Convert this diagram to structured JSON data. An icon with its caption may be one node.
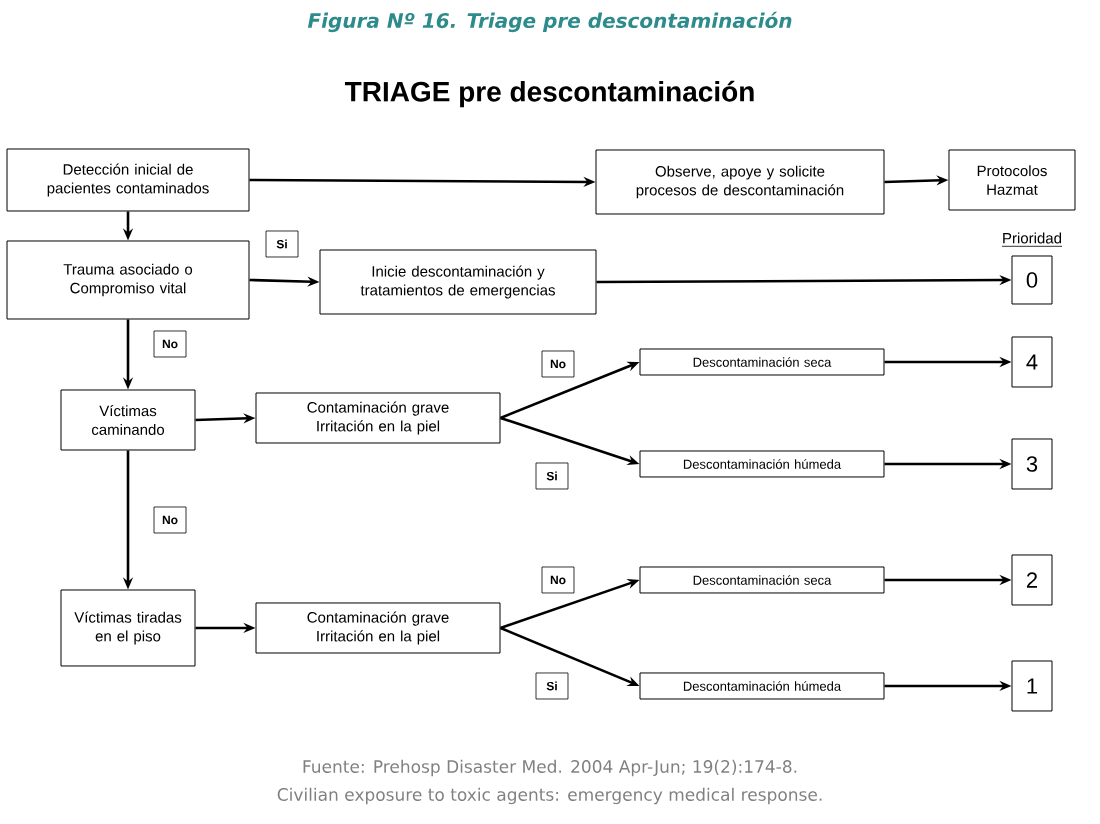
{
  "diagram": {
    "title": "TRIAGE pre descontaminación",
    "caption": "Figura Nº 16. Triage pre descontaminación",
    "nodes": [
      {
        "text": [
          "Detección inicial de pacientes contaminados"
        ]
      },
      {
        "text": [
          "Observe, apoye y solicite procesos de descontaminación"
        ]
      },
      {
        "text": [
          "Protocolos Hazmat"
        ]
      },
      {
        "text": [
          "Trauma asociado o Compromiso vital"
        ]
      },
      {
        "text": [
          "Inicie descontaminación y tratamientos de emergencias"
        ]
      },
      {
        "text": [
          "0"
        ]
      },
      {
        "text": [
          "Víctimas caminando"
        ]
      },
      {
        "text": [
          "Contaminación grave Irritación en la piel"
        ]
      },
      {
        "text": [
          "Descontaminación seca"
        ]
      },
      {
        "text": [
          "4"
        ]
      },
      {
        "text": [
          "Descontaminación húmeda"
        ]
      },
      {
        "text": [
          "3"
        ]
      },
      {
        "text": [
          "Víctimas tiradas en el piso"
        ]
      },
      {
        "text": [
          "Contaminación grave Irritación en la piel"
        ]
      },
      {
        "text": [
          "Descontaminación seca"
        ]
      },
      {
        "text": [
          "2"
        ]
      },
      {
        "text": [
          "Descontaminación húmeda"
        ]
      },
      {
        "text": [
          "1"
        ]
      }
    ],
    "edges": [
      {
        "from": 0,
        "to": 1,
        "arrow": "to"
      },
      {
        "from": 1,
        "to": 2,
        "arrow": "to"
      },
      {
        "from": 0,
        "to": 3,
        "arrow": "to"
      },
      {
        "from": 3,
        "to": 4,
        "arrow": "to",
        "label": "Si"
      },
      {
        "from": 4,
        "to": 5,
        "arrow": "to"
      },
      {
        "from": 3,
        "to": 6,
        "arrow": "to",
        "label": "No"
      },
      {
        "from": 6,
        "to": 7,
        "arrow": "to"
      },
      {
        "from": 7,
        "to": 8,
        "arrow": "to",
        "label": "No"
      },
      {
        "from": 7,
        "to": 10,
        "arrow": "to",
        "label": "Si"
      },
      {
        "from": 8,
        "to": 9,
        "arrow": "to"
      },
      {
        "from": 10,
        "to": 11,
        "arrow": "to"
      },
      {
        "from": 6,
        "to": 12,
        "arrow": "to",
        "label": "No"
      },
      {
        "from": 12,
        "to": 13,
        "arrow": "to"
      },
      {
        "from": 13,
        "to": 14,
        "arrow": "to",
        "label": "No"
      },
      {
        "from": 13,
        "to": 16,
        "arrow": "to",
        "label": "Si"
      },
      {
        "from": 14,
        "to": 15,
        "arrow": "to"
      },
      {
        "from": 16,
        "to": 17,
        "arrow": "to"
      }
    ],
    "labels": [
      "Prioridad",
      "Fuente: Prehosp Disaster Med. 2004 Apr-Jun; 19(2):174-8.",
      "Civilian exposure to toxic agents: emergency medical response."
    ]
  }
}
